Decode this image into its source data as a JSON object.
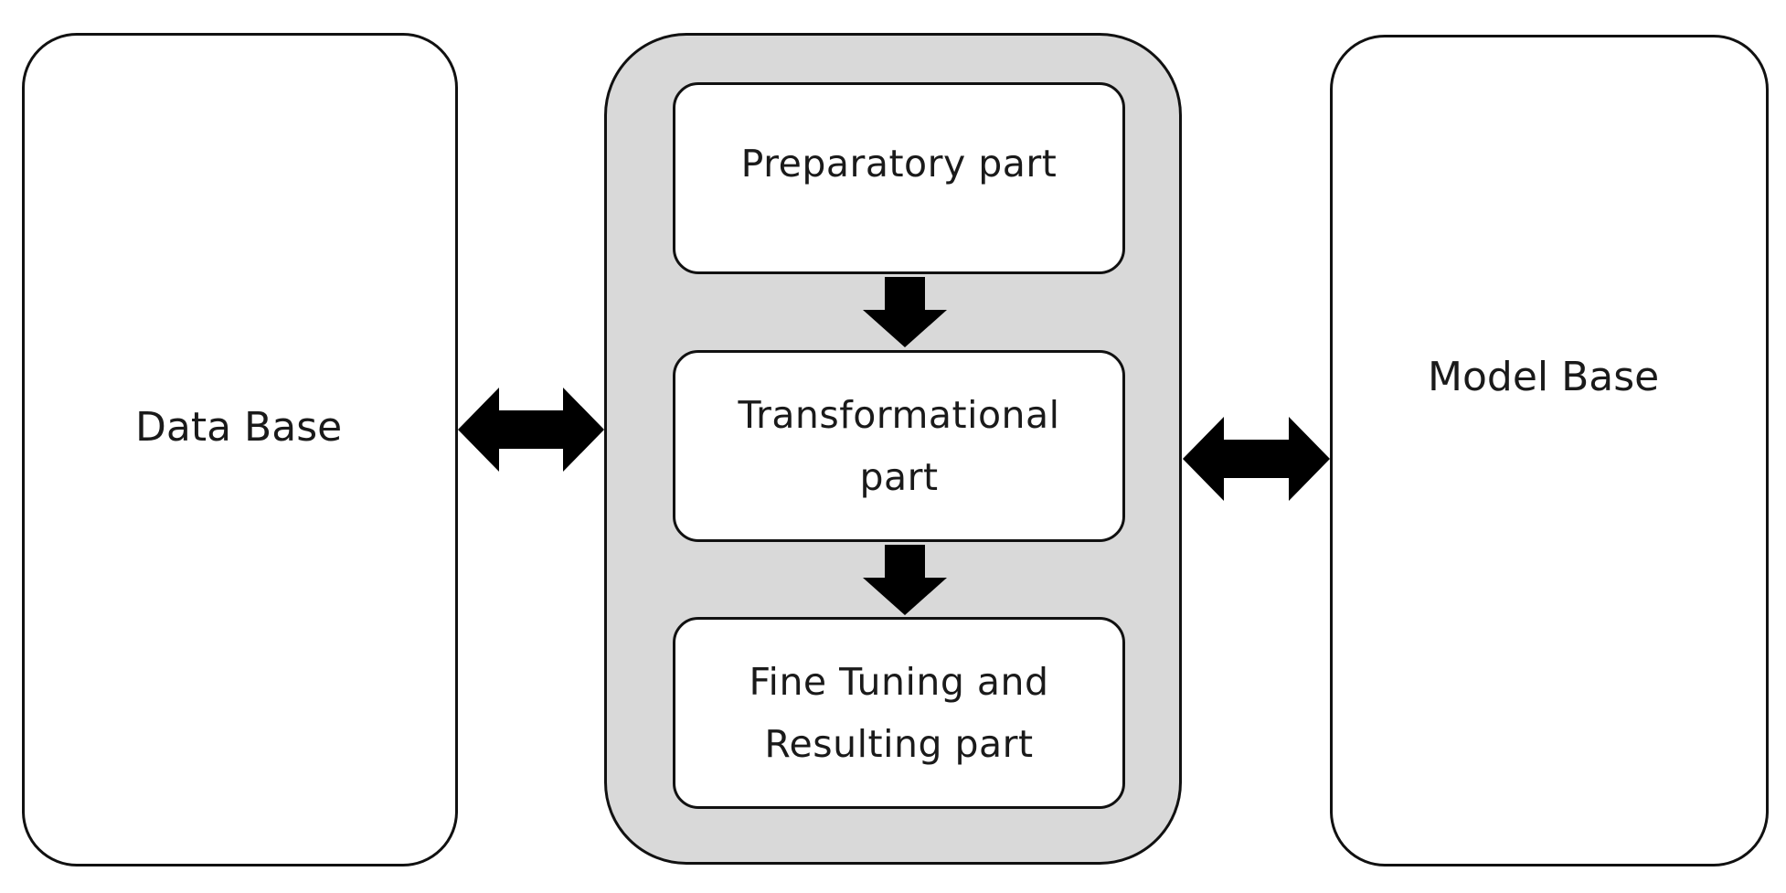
{
  "diagram": {
    "data_base": "Data Base",
    "model_base": "Model Base",
    "parts": [
      "Preparatory part",
      "Transformational\npart",
      "Fine Tuning and\nResulting part"
    ]
  }
}
